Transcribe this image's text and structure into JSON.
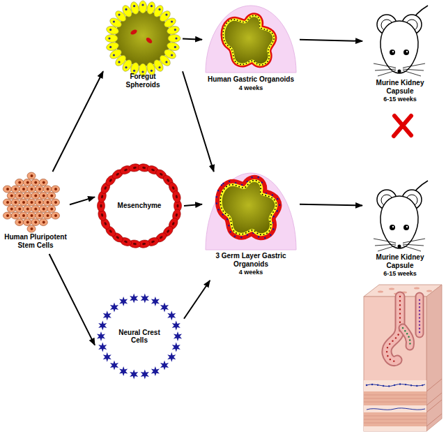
{
  "diagram": {
    "nodes": [
      {
        "text": [
          "Foregut Spheroids"
        ]
      },
      {
        "text": [
          "Human Gastric Organoids",
          "4 weeks"
        ]
      },
      {
        "text": [
          "Murine Kidney Capsule",
          "6-15 weeks"
        ]
      },
      {
        "text": [
          "Human Pluripotent Stem Cells"
        ]
      },
      {
        "text": [
          "Mesenchyme"
        ]
      },
      {
        "text": [
          "3 Germ Layer Gastric Organoids",
          "4 weeks"
        ]
      },
      {
        "text": [
          "Murine Kidney Capsule",
          "6-15 weeks"
        ]
      },
      {
        "text": [
          "Neural Crest Cells"
        ]
      }
    ],
    "edges": [
      {
        "from": 3,
        "to": 0,
        "arrow": "to"
      },
      {
        "from": 3,
        "to": 4,
        "arrow": "to"
      },
      {
        "from": 3,
        "to": 7,
        "arrow": "to"
      },
      {
        "from": 0,
        "to": 1,
        "arrow": "to"
      },
      {
        "from": 0,
        "to": 5,
        "arrow": "to"
      },
      {
        "from": 4,
        "to": 5,
        "arrow": "to"
      },
      {
        "from": 7,
        "to": 5,
        "arrow": "to"
      },
      {
        "from": 1,
        "to": 2,
        "arrow": "to"
      },
      {
        "from": 5,
        "to": 6,
        "arrow": "to"
      }
    ]
  }
}
